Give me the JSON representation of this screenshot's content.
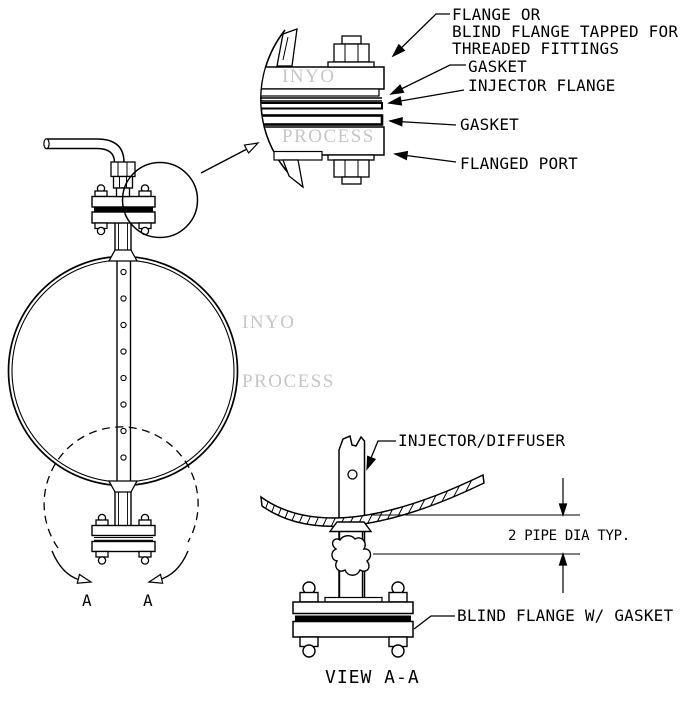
{
  "colors": {
    "line": "#000000",
    "watermark": "#c6c6c6",
    "background": "#ffffff"
  },
  "watermarks": {
    "detail": {
      "line1": "INYO",
      "line2": "PROCESS"
    },
    "main": {
      "line1": "INYO",
      "line2": "PROCESS"
    }
  },
  "detail_view": {
    "labels": {
      "flange_line1": "FLANGE OR",
      "flange_line2": "BLIND FLANGE TAPPED FOR",
      "flange_line3": "THREADED FITTINGS",
      "gasket_top": "GASKET",
      "injector_flange": "INJECTOR FLANGE",
      "gasket_bottom": "GASKET",
      "flanged_port": "FLANGED PORT"
    }
  },
  "main_view": {
    "section_label_left": "A",
    "section_label_right": "A"
  },
  "view_aa": {
    "labels": {
      "injector_diffuser": "INJECTOR/DIFFUSER",
      "dimension": "2 PIPE DIA TYP.",
      "blind_flange": "BLIND FLANGE W/ GASKET",
      "caption": "VIEW A-A"
    }
  }
}
